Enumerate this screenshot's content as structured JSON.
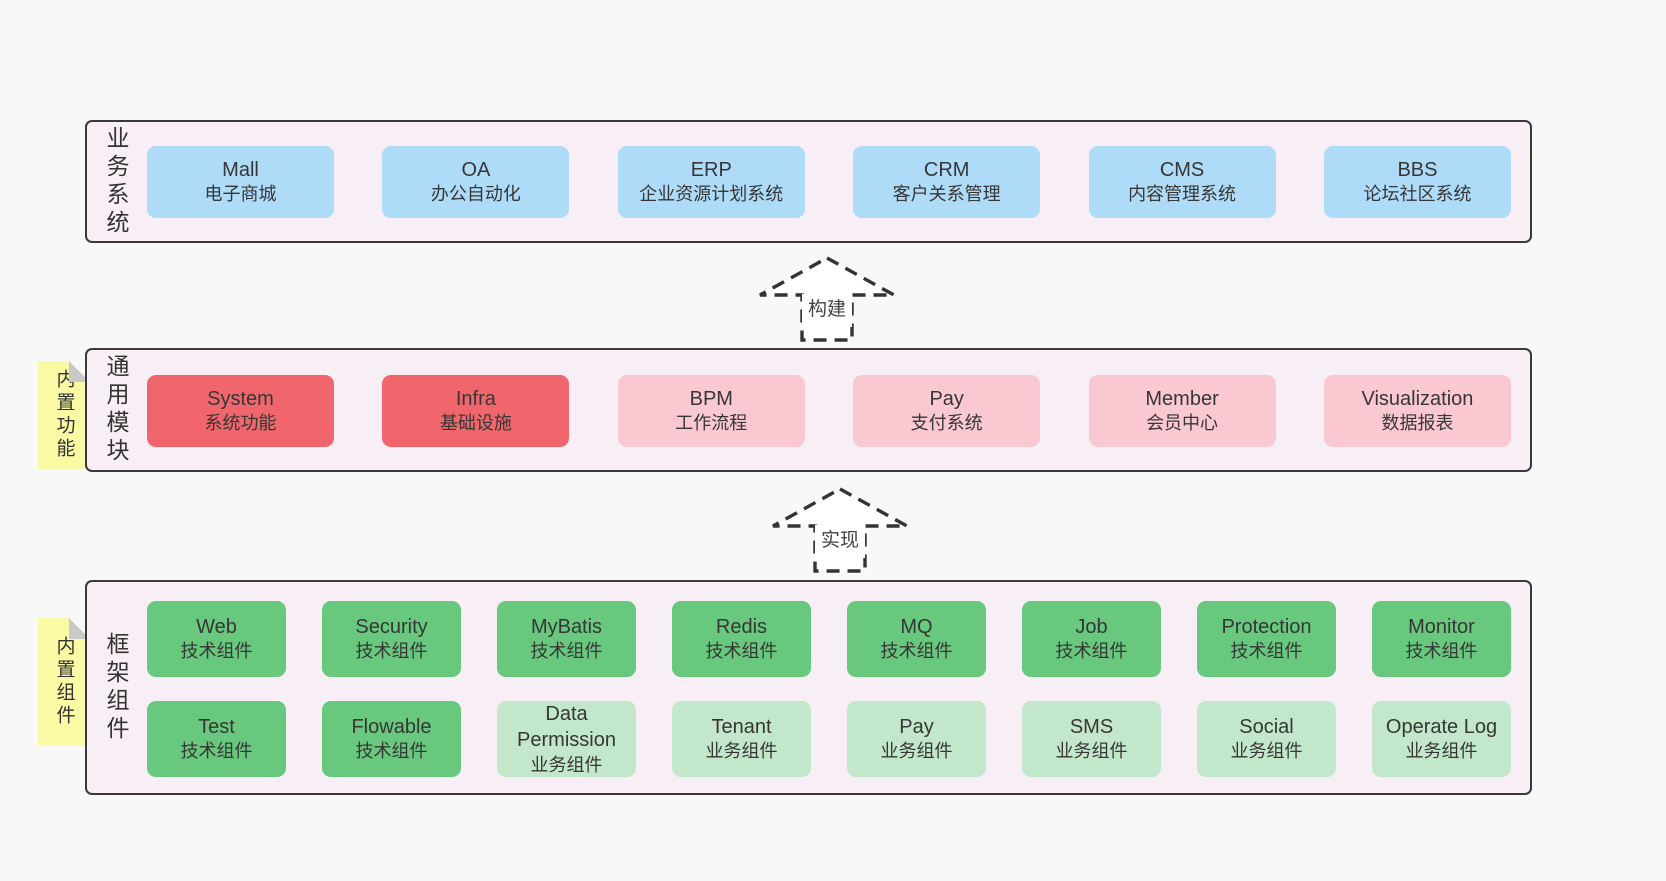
{
  "colors": {
    "page_bg": "#f8f8f8",
    "panel_bg": "#f8eef6",
    "panel_border": "#3a3a3a",
    "blue_box": "#aedcf8",
    "red_box": "#f1666c",
    "pink_box": "#fac8d1",
    "green_box": "#68c87e",
    "light_green_box": "#c3e7cb",
    "sticky_tab": "#fafaa4",
    "fold_gray": "#c9c9c9",
    "text": "#363636"
  },
  "arrows": [
    {
      "label": "构建"
    },
    {
      "label": "实现"
    }
  ],
  "sections": [
    {
      "label": "业务系统",
      "boxes": [
        {
          "title": "Mall",
          "subtitle": "电子商城",
          "variant": "blue"
        },
        {
          "title": "OA",
          "subtitle": "办公自动化",
          "variant": "blue"
        },
        {
          "title": "ERP",
          "subtitle": "企业资源计划系统",
          "variant": "blue"
        },
        {
          "title": "CRM",
          "subtitle": "客户关系管理",
          "variant": "blue"
        },
        {
          "title": "CMS",
          "subtitle": "内容管理系统",
          "variant": "blue"
        },
        {
          "title": "BBS",
          "subtitle": "论坛社区系统",
          "variant": "blue"
        }
      ]
    },
    {
      "label": "通用模块",
      "tab": "内置功能",
      "boxes": [
        {
          "title": "System",
          "subtitle": "系统功能",
          "variant": "red"
        },
        {
          "title": "Infra",
          "subtitle": "基础设施",
          "variant": "red"
        },
        {
          "title": "BPM",
          "subtitle": "工作流程",
          "variant": "pink"
        },
        {
          "title": "Pay",
          "subtitle": "支付系统",
          "variant": "pink"
        },
        {
          "title": "Member",
          "subtitle": "会员中心",
          "variant": "pink"
        },
        {
          "title": "Visualization",
          "subtitle": "数据报表",
          "variant": "pink"
        }
      ]
    },
    {
      "label": "框架组件",
      "tab": "内置组件",
      "rows": [
        [
          {
            "title": "Web",
            "subtitle": "技术组件",
            "variant": "green"
          },
          {
            "title": "Security",
            "subtitle": "技术组件",
            "variant": "green"
          },
          {
            "title": "MyBatis",
            "subtitle": "技术组件",
            "variant": "green"
          },
          {
            "title": "Redis",
            "subtitle": "技术组件",
            "variant": "green"
          },
          {
            "title": "MQ",
            "subtitle": "技术组件",
            "variant": "green"
          },
          {
            "title": "Job",
            "subtitle": "技术组件",
            "variant": "green"
          },
          {
            "title": "Protection",
            "subtitle": "技术组件",
            "variant": "green"
          },
          {
            "title": "Monitor",
            "subtitle": "技术组件",
            "variant": "green"
          }
        ],
        [
          {
            "title": "Test",
            "subtitle": "技术组件",
            "variant": "green"
          },
          {
            "title": "Flowable",
            "subtitle": "技术组件",
            "variant": "green"
          },
          {
            "title": "Data Permission",
            "subtitle": "业务组件",
            "variant": "lightgreen"
          },
          {
            "title": "Tenant",
            "subtitle": "业务组件",
            "variant": "lightgreen"
          },
          {
            "title": "Pay",
            "subtitle": "业务组件",
            "variant": "lightgreen"
          },
          {
            "title": "SMS",
            "subtitle": "业务组件",
            "variant": "lightgreen"
          },
          {
            "title": "Social",
            "subtitle": "业务组件",
            "variant": "lightgreen"
          },
          {
            "title": "Operate Log",
            "subtitle": "业务组件",
            "variant": "lightgreen"
          }
        ]
      ]
    }
  ]
}
